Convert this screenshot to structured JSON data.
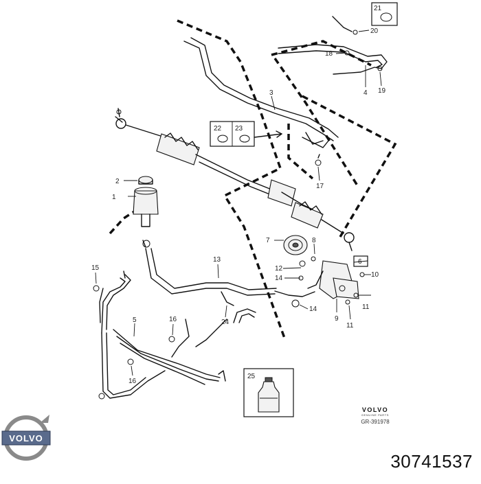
{
  "diagram": {
    "callouts": [
      "1",
      "2",
      "3",
      "4",
      "5",
      "6",
      "7",
      "8",
      "9",
      "10",
      "11",
      "12",
      "13",
      "14",
      "14",
      "15",
      "16",
      "16",
      "17",
      "18",
      "19",
      "20",
      "21",
      "22",
      "23",
      "24",
      "25"
    ],
    "boxed_callouts": [
      "21",
      "22",
      "23",
      "6",
      "25"
    ]
  },
  "brand": {
    "name": "VOLVO",
    "subtitle": "GENUINE PARTS",
    "logo_text": "VOLVO",
    "reference_code": "GR-391978"
  },
  "part_number": "30741537",
  "colors": {
    "line": "#111111",
    "logo_ring": "#8a8a8a",
    "logo_band": "#5a6b8c"
  }
}
